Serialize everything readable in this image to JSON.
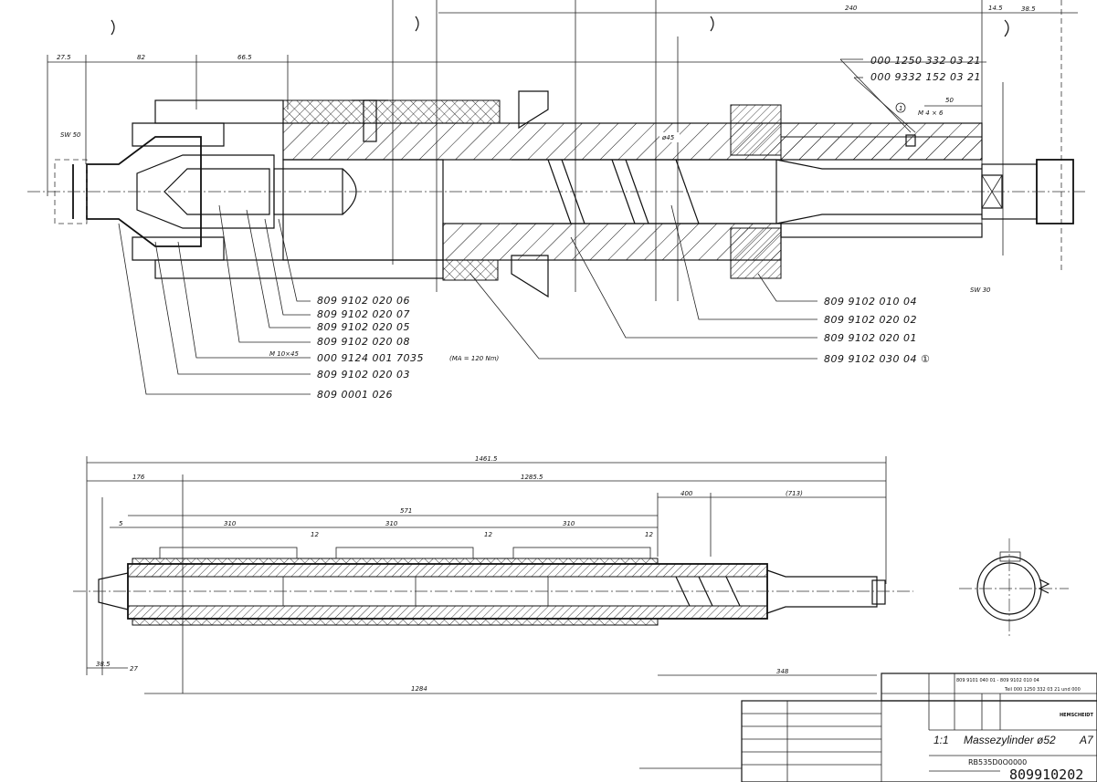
{
  "drawing": {
    "title": "Massezylinder ø52",
    "scale": "1:1",
    "drawing_number": "809910202",
    "sheet_mark": "A7",
    "material_code": "RB535D0O0000",
    "header_code": "809 9101 040 01 - 809 9102 010 04",
    "header_note": "Teil 000 1250 332 03 21 und 000",
    "maker_logo": "HEMSCHEIDT"
  },
  "upper_view": {
    "dimensions": [
      "27.5",
      "82",
      "66.5",
      "240",
      "14.5",
      "38.5",
      "SW 50",
      "SW 30",
      "50",
      "M 4 × 6",
      "ø45",
      "M 10×45"
    ],
    "torque_note": "(MA = 120 Nm)",
    "callout_marker": "1",
    "parts_right_top": [
      "000 1250 332 03 21",
      "000 9332 152 03 21"
    ],
    "parts_left": [
      "809 9102 020 06",
      "809 9102 020 07",
      "809 9102 020 05",
      "809 9102 020 08",
      "000 9124 001 7035",
      "809 9102 020 03",
      "809 0001 026"
    ],
    "parts_right": [
      "809 9102 010 04",
      "809 9102 020 02",
      "809 9102 020 01",
      "809 9102 030 04 ①"
    ]
  },
  "lower_view": {
    "dimensions": {
      "overall": "1461.5",
      "left": "176",
      "main": "1285.5",
      "d400": "400",
      "d713": "(713)",
      "d571": "571",
      "d5": "5",
      "seg1": "310",
      "seg2": "310",
      "seg3": "310",
      "gap1": "12",
      "gap2": "12",
      "gap3": "12",
      "d38": "38.5",
      "d27": "27",
      "d1284": "1284",
      "d348": "348"
    }
  }
}
